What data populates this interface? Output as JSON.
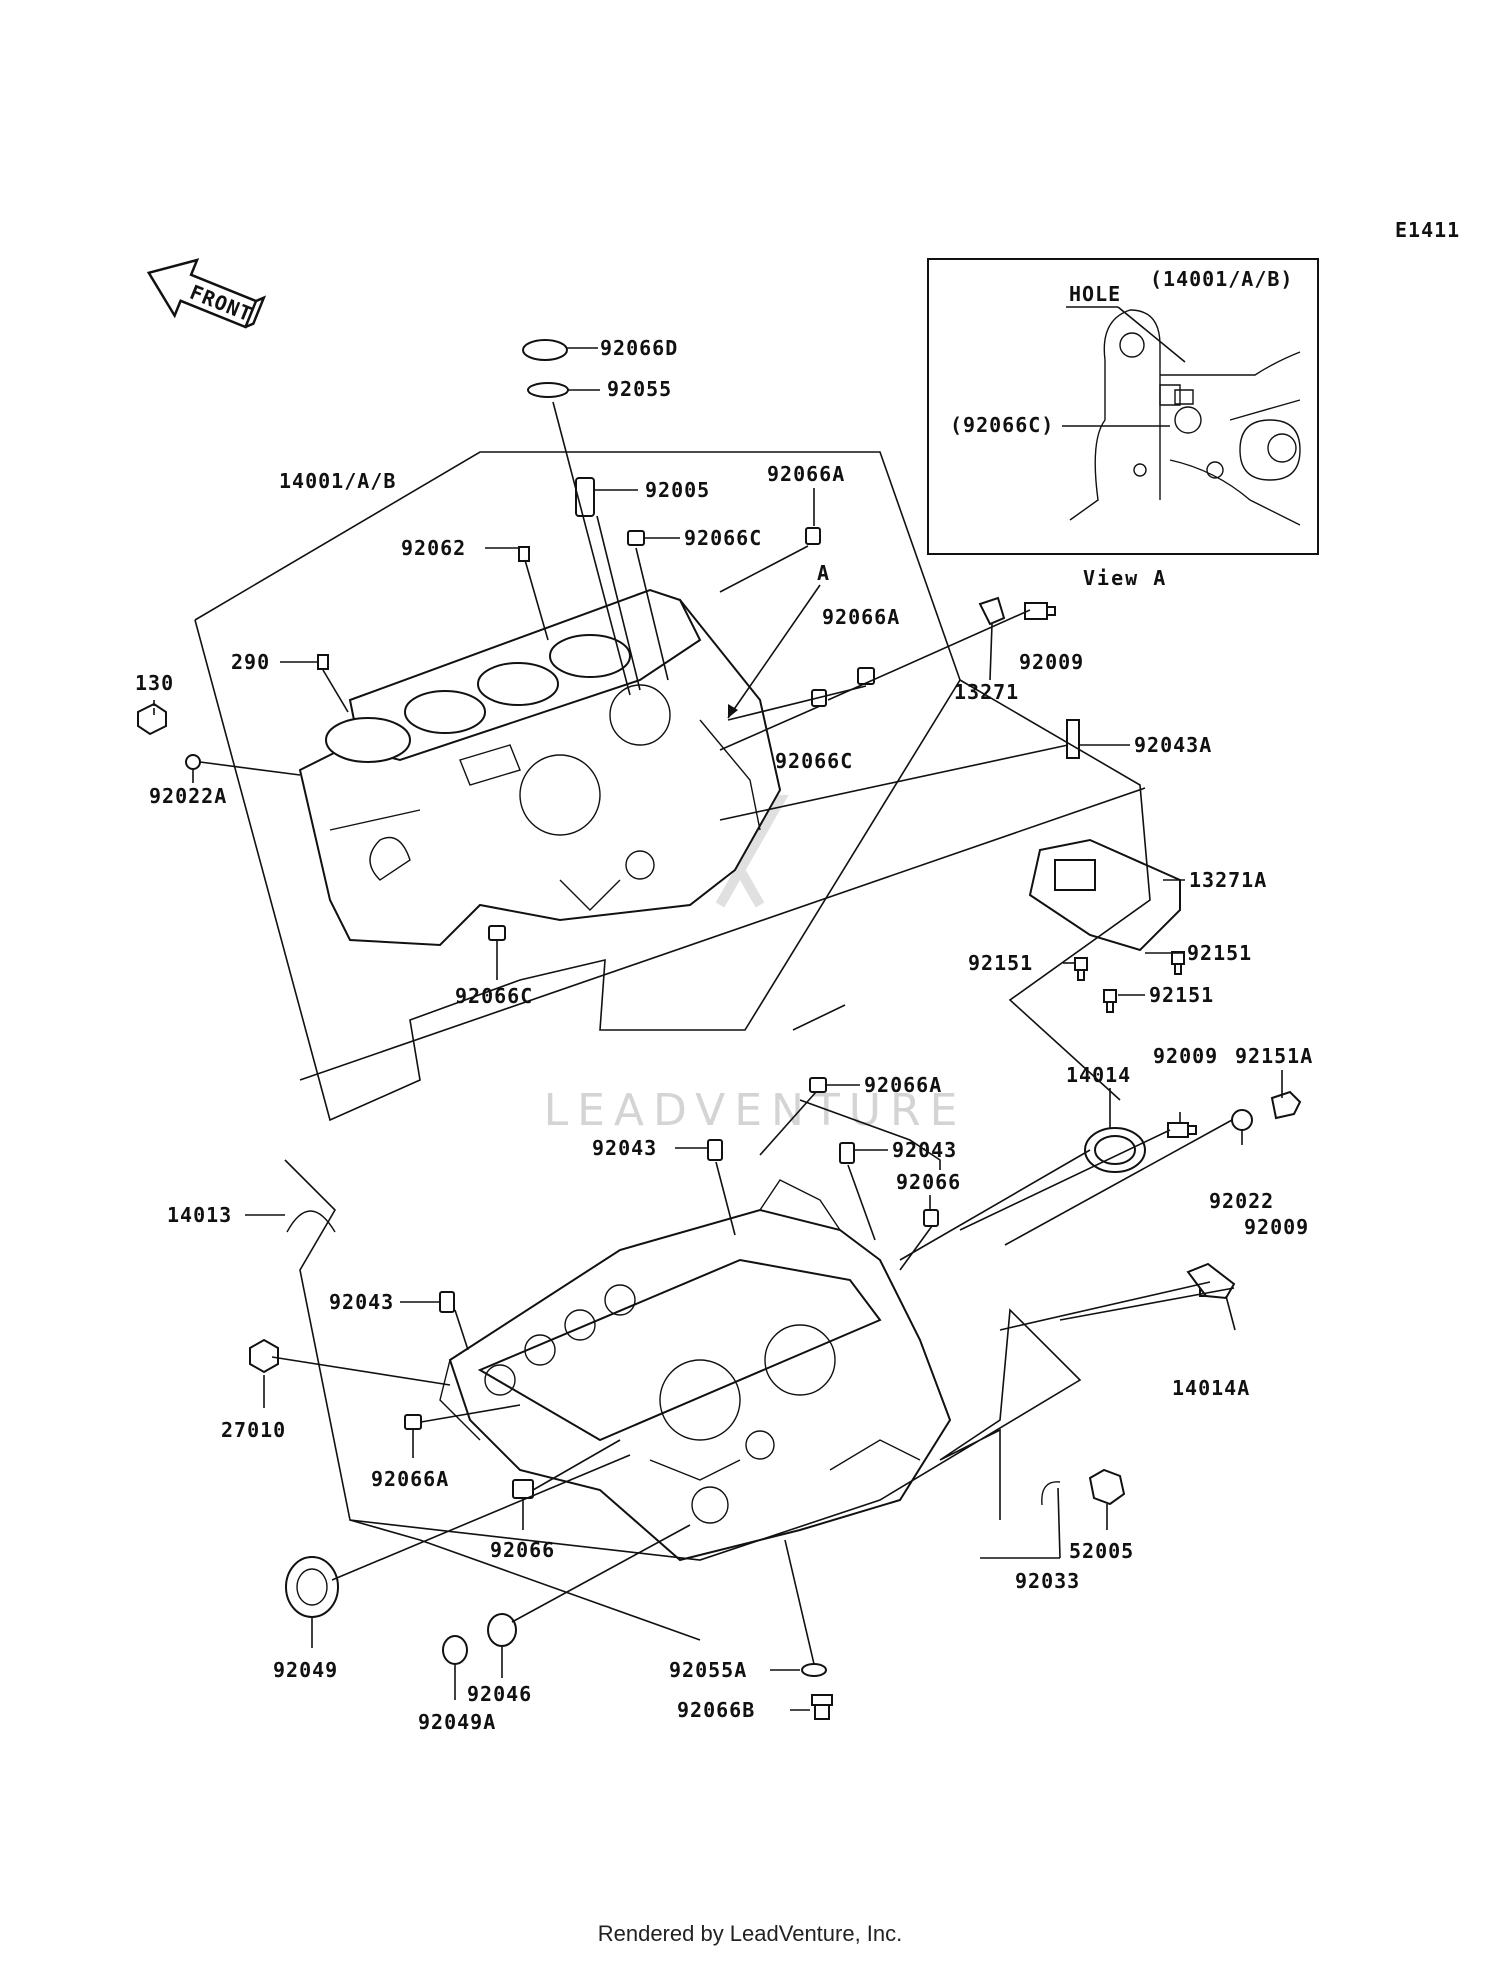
{
  "diagram_code": "E1411",
  "front_label": "FRONT",
  "view_marker": "A",
  "inset": {
    "hole_label": "HOLE",
    "part_ref": "(14001/A/B)",
    "plug_ref": "(92066C)",
    "title": "View A"
  },
  "parts": [
    "92066D",
    "92055",
    "14001/A/B",
    "92005",
    "92066A",
    "92062",
    "92066C",
    "290",
    "130",
    "92022A",
    "92066A",
    "92009",
    "13271",
    "92066C",
    "92043A",
    "13271A",
    "92151",
    "92151",
    "92151",
    "92066C",
    "92151A",
    "14014",
    "92009",
    "92066A",
    "92043",
    "92043",
    "92066",
    "92022",
    "92009",
    "14013",
    "92043",
    "14014A",
    "27010",
    "92066A",
    "92066",
    "52005",
    "92033",
    "92049",
    "92046",
    "92055A",
    "92049A",
    "92066B"
  ],
  "watermark": "LEADVENTURE",
  "footer": "Rendered by LeadVenture, Inc."
}
